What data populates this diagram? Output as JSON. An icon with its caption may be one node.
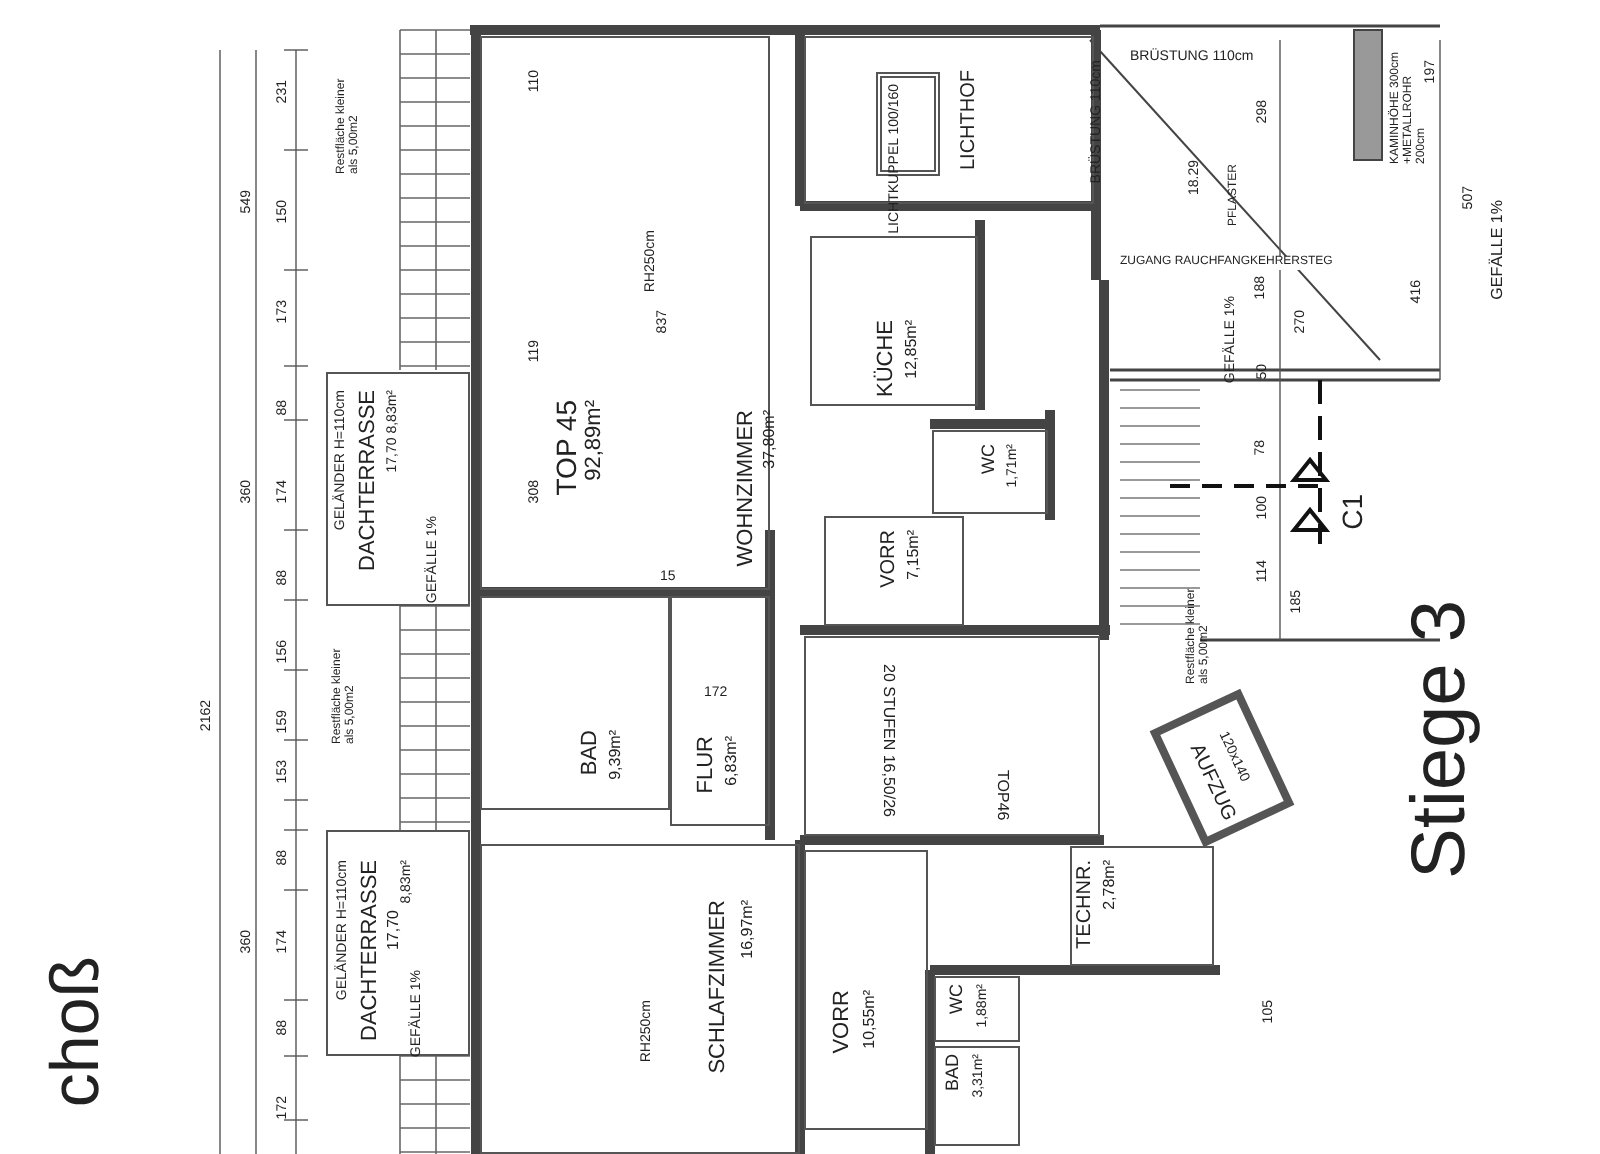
{
  "diagram": {
    "nodes": [
      {
        "text": [
          "TOP 45",
          "92,89m²",
          "WOHNZIMMER",
          "37,80m²"
        ]
      },
      {
        "text": [
          "LICHTHOF"
        ]
      },
      {
        "text": [
          "LICHTKUPPEL 100/160"
        ],
        "in": 1
      },
      {
        "text": [
          "KÜCHE",
          "12,85m²"
        ]
      },
      {
        "text": [
          "WC",
          "1,71m²"
        ]
      },
      {
        "text": [
          "VORR",
          "7,15m²"
        ]
      },
      {
        "text": [
          "GELÄNDER H=110cm",
          "DACHTERRASSE",
          "17,70 8,83m²"
        ]
      },
      {
        "text": [
          "BAD",
          "9,39m²"
        ]
      },
      {
        "text": [
          "FLUR",
          "6,83m²"
        ]
      },
      {
        "text": [
          "20 STUFEN 16,50/26",
          "TOP46"
        ]
      },
      {
        "text": [
          "AUFZUG",
          "120x140"
        ]
      },
      {
        "text": [
          "GELÄNDER H=110cm",
          "DACHTERRASSE",
          "17,70",
          "8,83m²"
        ]
      },
      {
        "text": [
          "SCHLAFZIMMER",
          "16,97m²"
        ]
      },
      {
        "text": [
          "TECHNR.",
          "2,78m²"
        ]
      },
      {
        "text": [
          "VORR",
          "10,55m²"
        ]
      },
      {
        "text": [
          "WC",
          "1,88m²"
        ]
      },
      {
        "text": [
          "BAD",
          "3,31m²"
        ]
      }
    ],
    "edges": [],
    "labels": [
      "231",
      "150",
      "173",
      "549",
      "88",
      "174",
      "360",
      "88",
      "156",
      "2162",
      "159",
      "153",
      "88",
      "174",
      "360",
      "88",
      "172",
      "Restfläche kleiner als 5,00m2",
      "Restfläche kleiner als 5,00m2",
      "Restfläche kleiner als 5,00m2",
      "110",
      "119",
      "RH250cm",
      "837",
      "308",
      "15",
      "172",
      "RH250cm",
      "BRÜSTUNG 110cm",
      "BRÜSTUNG 110cm",
      "298",
      "KAMINHÖHE 300cm +METALLROHR 200cm",
      "197",
      "507",
      "416",
      "GEFÄLLE 1%",
      "ZUGANG RAUCHFANGKEHRERSTEG",
      "PFLASTER",
      "18.29",
      "188",
      "270",
      "GEFÄLLE 1%",
      "50",
      "78",
      "100",
      "114",
      "185",
      "C1",
      "Stiege 3",
      "GEFÄLLE 1%",
      "GEFÄLLE 1%",
      "choß",
      "105"
    ]
  }
}
